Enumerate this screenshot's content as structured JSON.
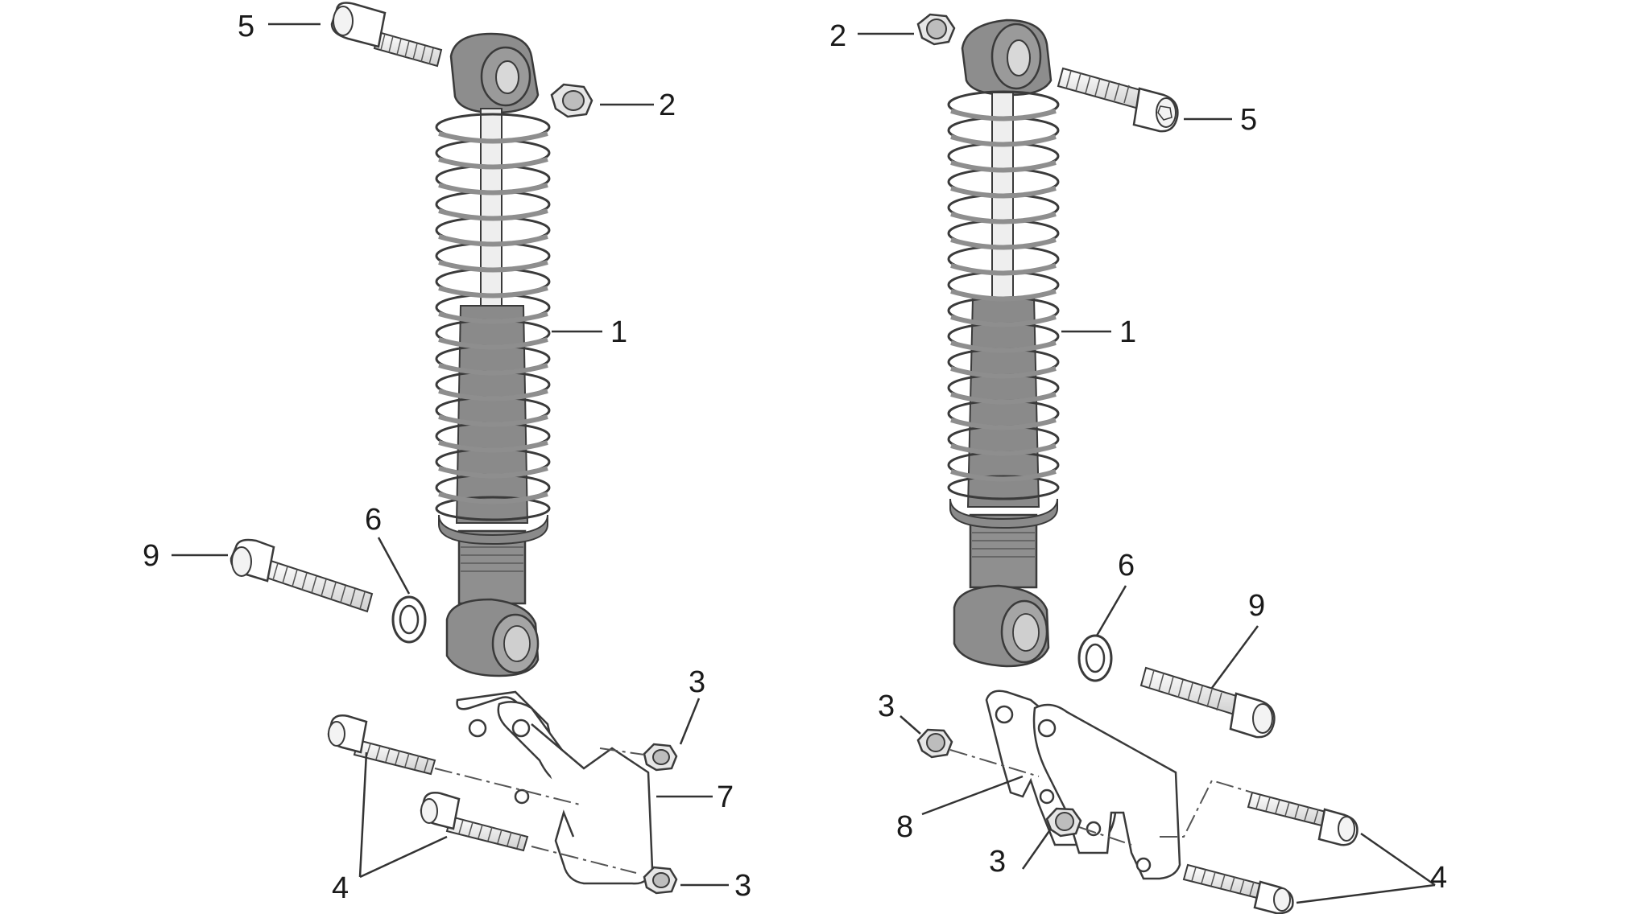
{
  "colors": {
    "spring": "#8a8a8a",
    "body": "#8c8c8c",
    "body_dark": "#6f6f6f",
    "rod": "#e8e8e8",
    "outline": "#3a3a3a"
  },
  "icons": [
    "shock-absorber-icon",
    "spring-icon",
    "bolt-icon",
    "nut-icon",
    "washer-icon",
    "bracket-icon"
  ],
  "callouts": {
    "left": {
      "shock": "1",
      "nut_top": "2",
      "nut_bracket_top": "3",
      "nut_bracket_bottom": "3",
      "bracket_bolts": "4",
      "top_bolt": "5",
      "washer": "6",
      "bracket": "7",
      "lower_bolt": "9"
    },
    "right": {
      "shock": "1",
      "nut_top": "2",
      "nut_bracket_top": "3",
      "nut_bracket_bottom": "3",
      "bracket_bolts": "4",
      "top_bolt": "5",
      "washer": "6",
      "bracket": "8",
      "lower_bolt": "9"
    }
  }
}
